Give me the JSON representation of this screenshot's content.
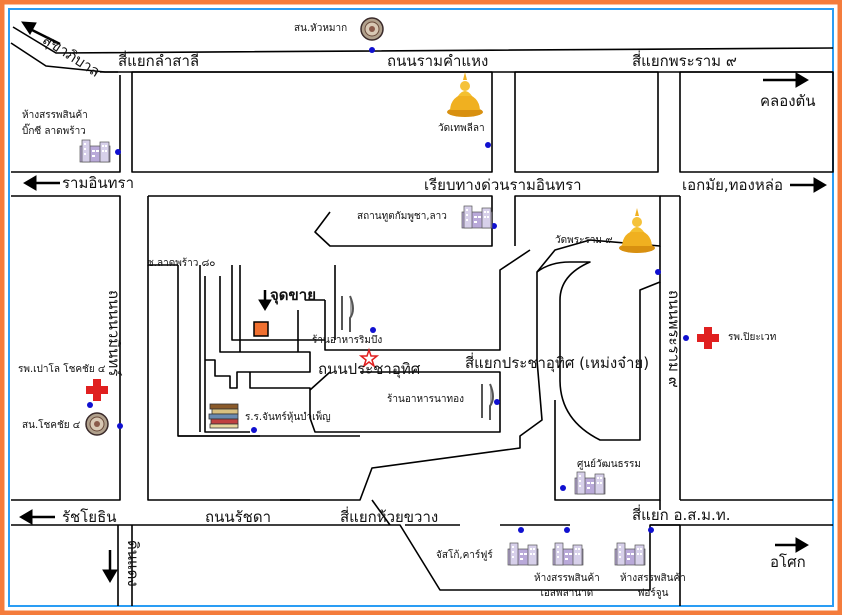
{
  "colors": {
    "frame": "#f47c3c",
    "inner_border": "#2a9df4",
    "road": "#000000",
    "dot": "#1010d0",
    "hospital": "#e02020",
    "shop_marker": "#f07030"
  },
  "roads": {
    "sukhaphiban": "สุขาภิบาล",
    "ramkhamhaeng": "ถนนรามคำแหง",
    "lamsali": "สี่แยกลำสาลี",
    "rama9_junction": "สี่แยกพระราม ๙",
    "khlongton": "คลองตัน",
    "ramintra": "รามอินทรา",
    "expressway": "เรียบทางด่วนรามอินทรา",
    "ekkamai": "เอกมัย,ทองหล่อ",
    "soi_ladprao": "ซ.ลาดพร้าว ๘๐",
    "nawamin": "ถนนนวมินทร์",
    "pracha_uthit": "ถนนประชาอุทิศ",
    "pracha_junction": "สี่แยกประชาอุทิศ (เหม่งจ๋าย)",
    "rama9_road": "ถนนพระราม ๙",
    "ratchayothin": "รัชโยธิน",
    "ratchada": "ถนนรัชดา",
    "huai_khwang": "สี่แยกห้วยขวาง",
    "osmt": "สี่แยก อ.ส.ม.ท.",
    "asok": "อโศก",
    "din_daeng": "ดินแดง"
  },
  "places": {
    "police_hua_mak": "สน.หัวหมาก",
    "big_c": "ห้างสรรพสินค้า\nบิ๊กซี ลาดพร้าว",
    "wat_thep": "วัดเทพลีลา",
    "cambodia_embassy": "สถานทูตกัมพูชา,ลาว",
    "wat_rama9": "วัดพระราม ๙",
    "shop": "จุดขาย",
    "restaurant_rim_bueng": "ร้านอาหารริมบึง",
    "restaurant_na_thong": "ร้านอาหารนาทอง",
    "school": "ร.ร.จันทร์หุ้นบำเพ็ญ",
    "hospital_paolo": "รพ.เปาโล โชคชัย ๔",
    "police_chokchai": "สน.โชคชัย ๔",
    "hospital_piyavate": "รพ.ปิยะเวท",
    "cultural_center": "ศูนย์วัฒนธรรม",
    "jusco": "จัสโก้,คาร์ฟูร์",
    "esplanade": "ห้างสรรพสินค้า\nเอสพลานาด",
    "fortune": "ห้างสรรพสินค้า\nฟอร์จูน"
  },
  "icons": {
    "police": "police-badge-icon",
    "temple": "buddha-statue-icon",
    "building": "building-icon",
    "hospital": "red-cross-icon",
    "restaurant": "fork-knife-icon",
    "school": "books-icon",
    "shop": "shop-marker-icon"
  }
}
